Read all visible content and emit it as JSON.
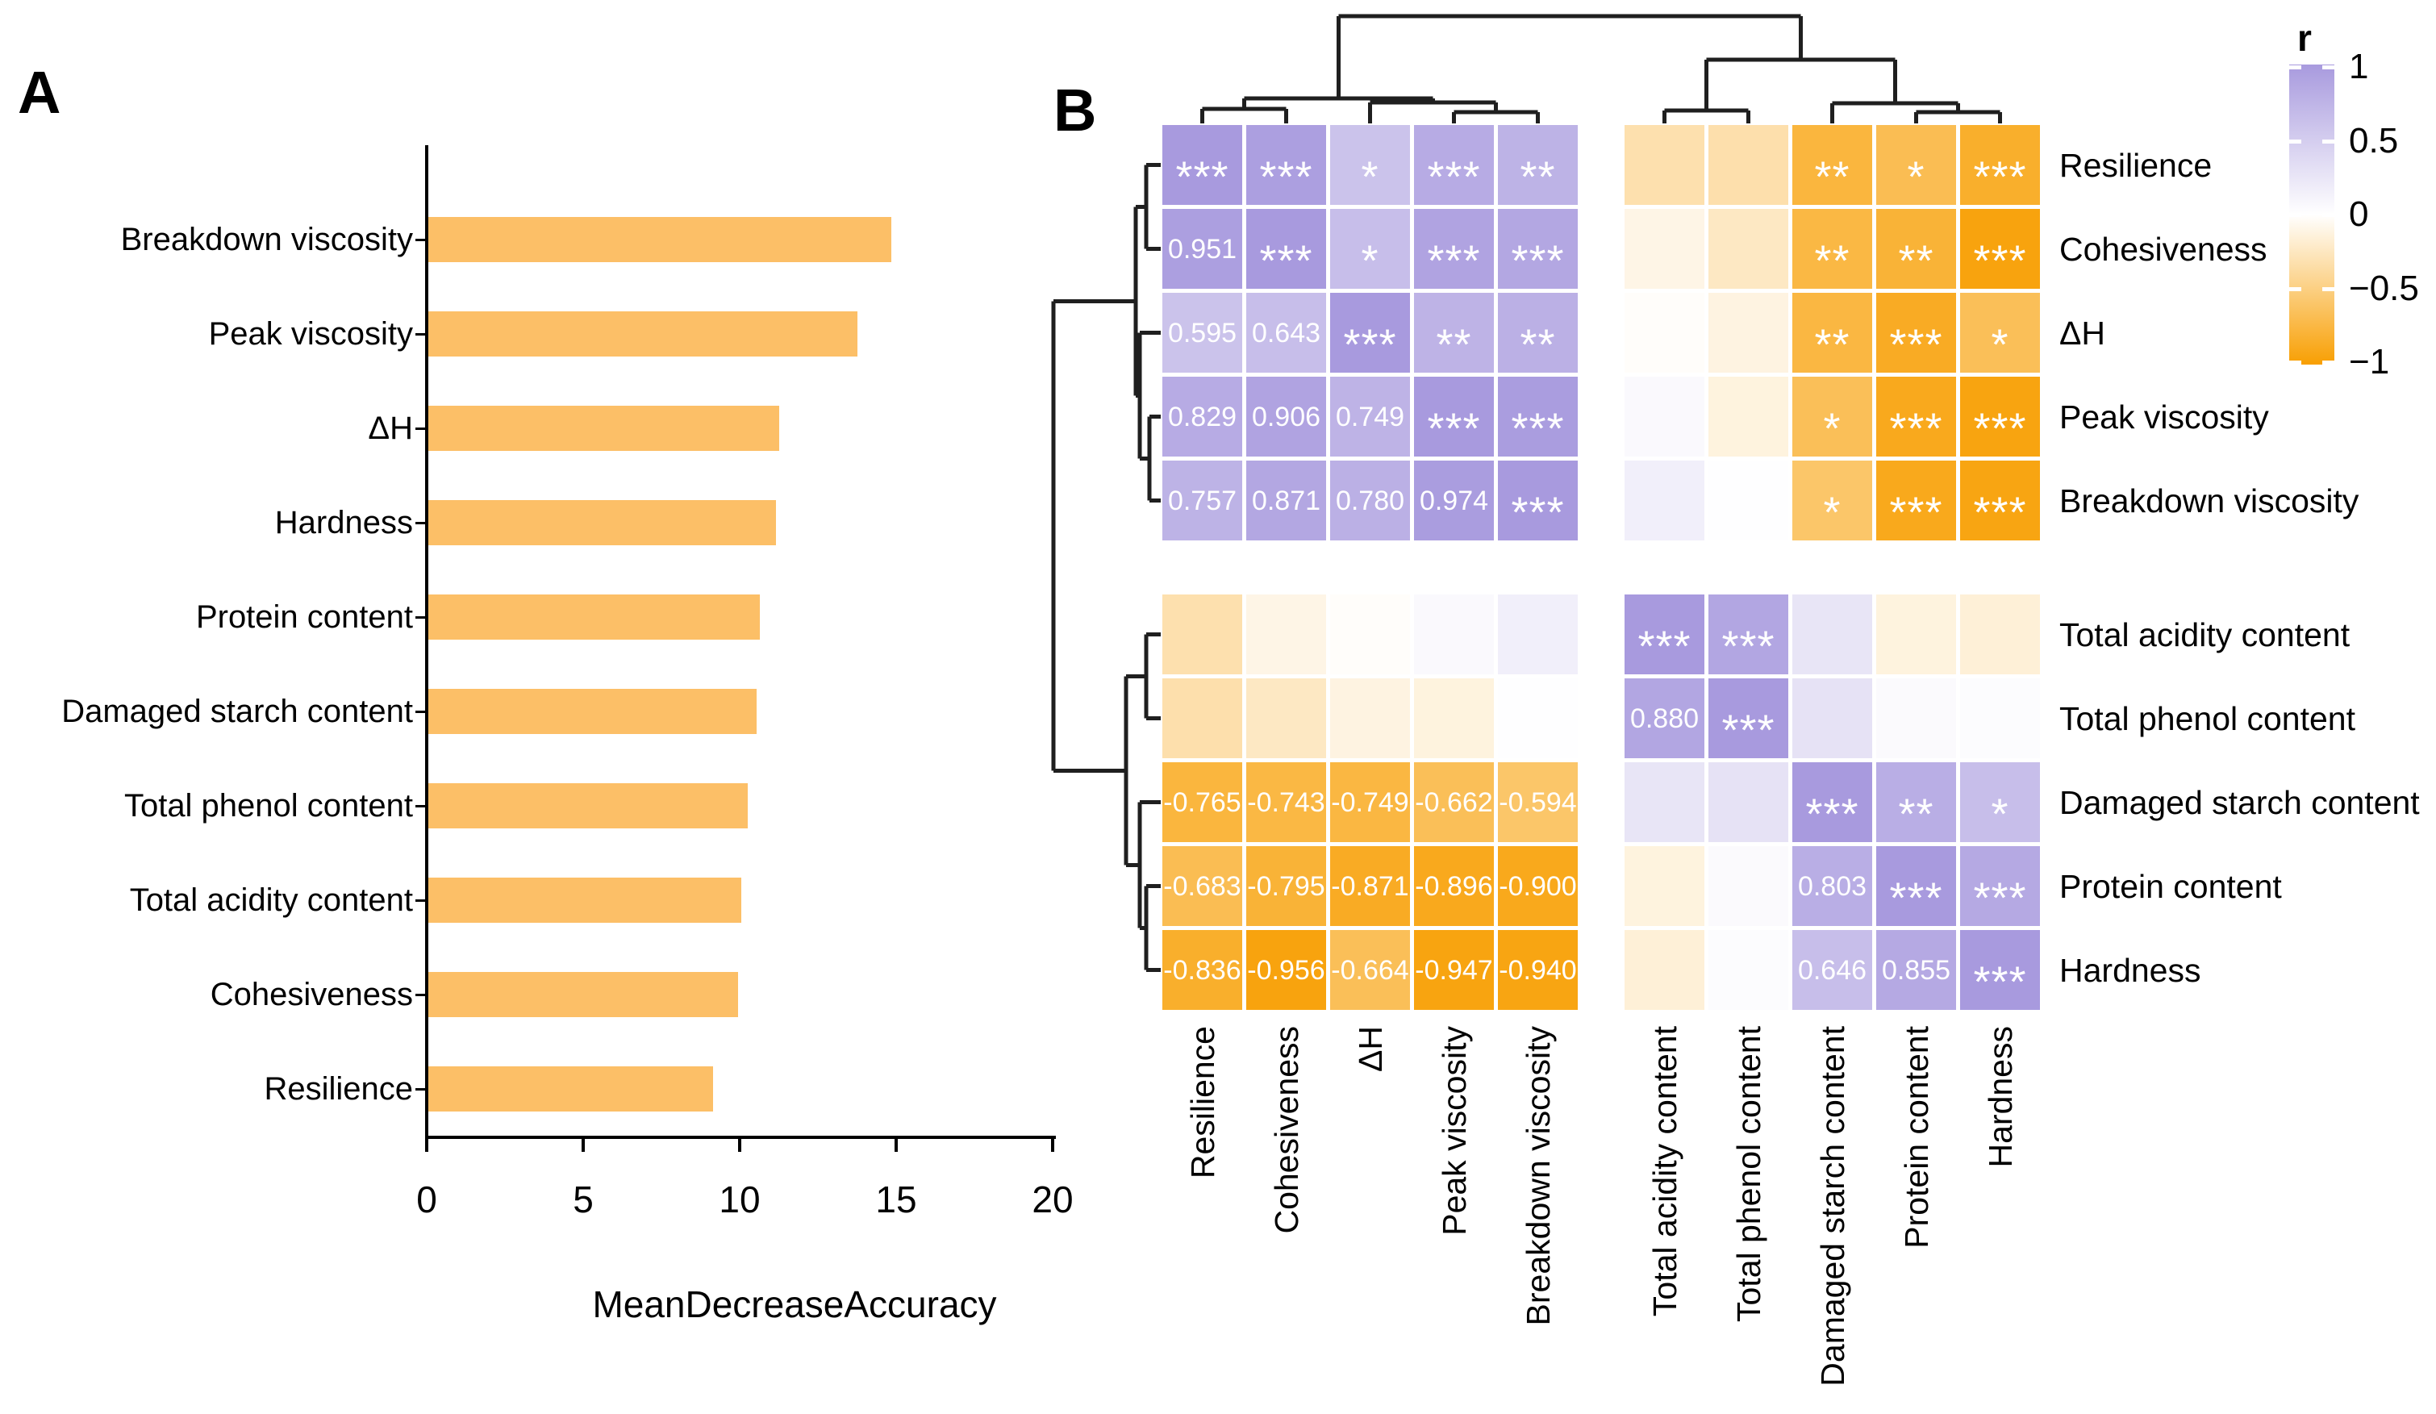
{
  "figure": {
    "panel_a_label": "A",
    "panel_b_label": "B"
  },
  "chart_data": [
    {
      "type": "bar",
      "orientation": "horizontal",
      "title": "",
      "xlabel": "MeanDecreaseAccuracy",
      "ylabel": "",
      "xlim": [
        0,
        20
      ],
      "x_ticks": [
        "0",
        "5",
        "10",
        "15",
        "20"
      ],
      "grid": false,
      "bar_color": "#FCBF67",
      "categories": [
        "Breakdown viscosity",
        "Peak viscosity",
        "ΔH",
        "Hardness",
        "Protein content",
        "Damaged starch content",
        "Total phenol content",
        "Total acidity content",
        "Cohesiveness",
        "Resilience"
      ],
      "values": [
        14.8,
        13.7,
        11.2,
        11.1,
        10.6,
        10.5,
        10.2,
        10.0,
        9.9,
        9.1
      ]
    },
    {
      "type": "heatmap",
      "title": "",
      "variables": [
        "Resilience",
        "Cohesiveness",
        "ΔH",
        "Peak viscosity",
        "Breakdown viscosity",
        "Total acidity content",
        "Total phenol content",
        "Damaged starch content",
        "Protein content",
        "Hardness"
      ],
      "legend": {
        "title": "r",
        "ticks": [
          "1",
          "0.5",
          "0",
          "−0.5",
          "−1"
        ],
        "position": "right"
      },
      "colors": {
        "positive_max": "#a89ade",
        "zero": "#ffffff",
        "negative_max": "#f89f03"
      },
      "column_clustering": "((Resilience,Cohesiveness),(ΔH,(Peak viscosity,Breakdown viscosity))) | ((Total acidity content,Total phenol content),(Damaged starch content,(Protein content,Hardness)))",
      "row_clustering": "((Resilience,Cohesiveness),(ΔH,(Peak viscosity,Breakdown viscosity))) | ((Total acidity content,Total phenol content),(Damaged starch content,(Protein content,Hardness)))",
      "r_matrix": [
        [
          1.0,
          0.951,
          0.595,
          0.829,
          0.757,
          -0.32,
          -0.33,
          -0.765,
          -0.683,
          -0.836
        ],
        [
          0.951,
          1.0,
          0.643,
          0.906,
          0.871,
          -0.1,
          -0.24,
          -0.743,
          -0.795,
          -0.956
        ],
        [
          0.595,
          0.643,
          1.0,
          0.749,
          0.78,
          -0.02,
          -0.12,
          -0.749,
          -0.871,
          -0.664
        ],
        [
          0.829,
          0.906,
          0.749,
          1.0,
          0.974,
          0.06,
          -0.13,
          -0.662,
          -0.896,
          -0.947
        ],
        [
          0.757,
          0.871,
          0.78,
          0.974,
          1.0,
          0.16,
          0.01,
          -0.594,
          -0.9,
          -0.94
        ],
        [
          -0.32,
          -0.1,
          -0.02,
          0.06,
          0.16,
          1.0,
          0.88,
          0.26,
          -0.13,
          -0.16
        ],
        [
          -0.33,
          -0.24,
          -0.12,
          -0.13,
          0.01,
          0.88,
          1.0,
          0.29,
          0.05,
          0.03
        ],
        [
          -0.765,
          -0.743,
          -0.749,
          -0.662,
          -0.594,
          0.26,
          0.29,
          1.0,
          0.803,
          0.646
        ],
        [
          -0.683,
          -0.795,
          -0.871,
          -0.896,
          -0.9,
          -0.13,
          0.05,
          0.803,
          1.0,
          0.855
        ],
        [
          -0.836,
          -0.956,
          -0.664,
          -0.947,
          -0.94,
          -0.16,
          0.03,
          0.646,
          0.855,
          1.0
        ]
      ],
      "annotations": [
        [
          "***",
          "***",
          "*",
          "***",
          "**",
          "",
          "",
          "**",
          "*",
          "***"
        ],
        [
          "0.951",
          "***",
          "*",
          "***",
          "***",
          "",
          "",
          "**",
          "**",
          "***"
        ],
        [
          "0.595",
          "0.643",
          "***",
          "**",
          "**",
          "",
          "",
          "**",
          "***",
          "*"
        ],
        [
          "0.829",
          "0.906",
          "0.749",
          "***",
          "***",
          "",
          "",
          "*",
          "***",
          "***"
        ],
        [
          "0.757",
          "0.871",
          "0.780",
          "0.974",
          "***",
          "",
          "",
          "*",
          "***",
          "***"
        ],
        [
          "",
          "",
          "",
          "",
          "",
          "***",
          "***",
          "",
          "",
          ""
        ],
        [
          "",
          "",
          "",
          "",
          "",
          "0.880",
          "***",
          "",
          "",
          ""
        ],
        [
          "-0.765",
          "-0.743",
          "-0.749",
          "-0.662",
          "-0.594",
          "",
          "",
          "***",
          "**",
          "*"
        ],
        [
          "-0.683",
          "-0.795",
          "-0.871",
          "-0.896",
          "-0.900",
          "",
          "",
          "0.803",
          "***",
          "***"
        ],
        [
          "-0.836",
          "-0.956",
          "-0.664",
          "-0.947",
          "-0.940",
          "",
          "",
          "0.646",
          "0.855",
          "***"
        ]
      ]
    }
  ],
  "panel_a": {
    "axis_title": "MeanDecreaseAccuracy"
  },
  "panel_b": {
    "legend_title": "r"
  }
}
